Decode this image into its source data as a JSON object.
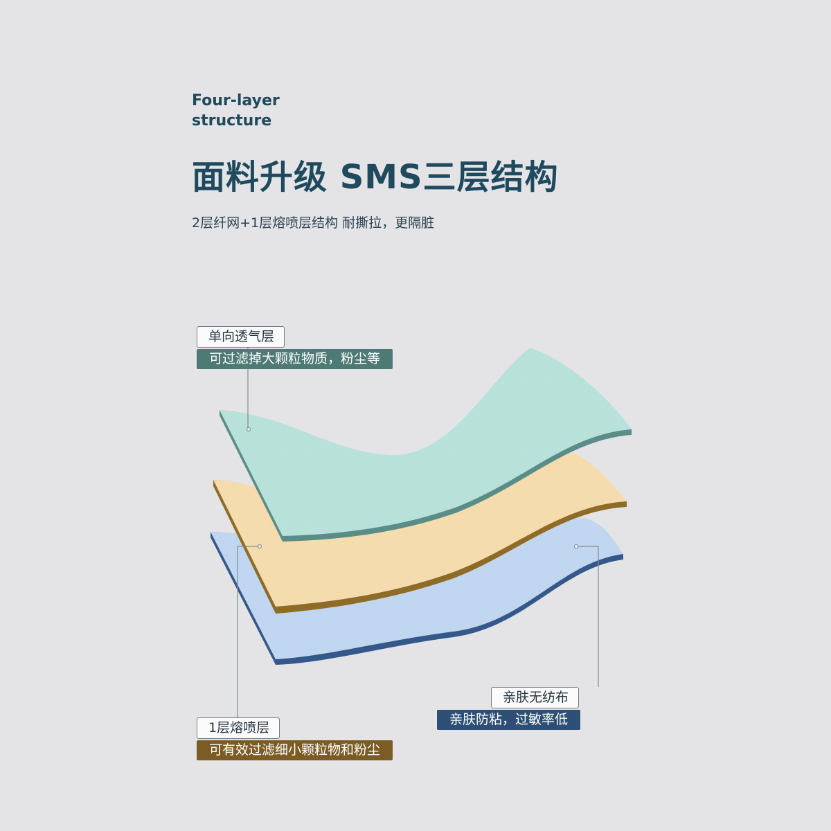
{
  "header": {
    "eyebrow_line1": "Four-layer",
    "eyebrow_line2": "structure",
    "title": "面料升级 SMS三层结构",
    "subtitle": "2层纤网+1层熔喷层结构 耐撕拉，更隔脏"
  },
  "layers": [
    {
      "id": "top",
      "title": "单向透气层",
      "description": "可过滤掉大颗粒物质，粉尘等",
      "face_color": "#b3dfd8",
      "edge_color": "#5a8d87",
      "label_color": "#4e7a76"
    },
    {
      "id": "middle",
      "title": "1层熔喷层",
      "description": "可有效过滤细小颗粒物和粉尘",
      "face_color": "#f4d9a8",
      "edge_color": "#8e6b27",
      "label_color": "#7a5c24"
    },
    {
      "id": "bottom",
      "title": "亲肤无纺布",
      "description": "亲肤防粘，过敏率低",
      "face_color": "#bcd3ef",
      "edge_color": "#34588a",
      "label_color": "#2e4f75"
    }
  ]
}
